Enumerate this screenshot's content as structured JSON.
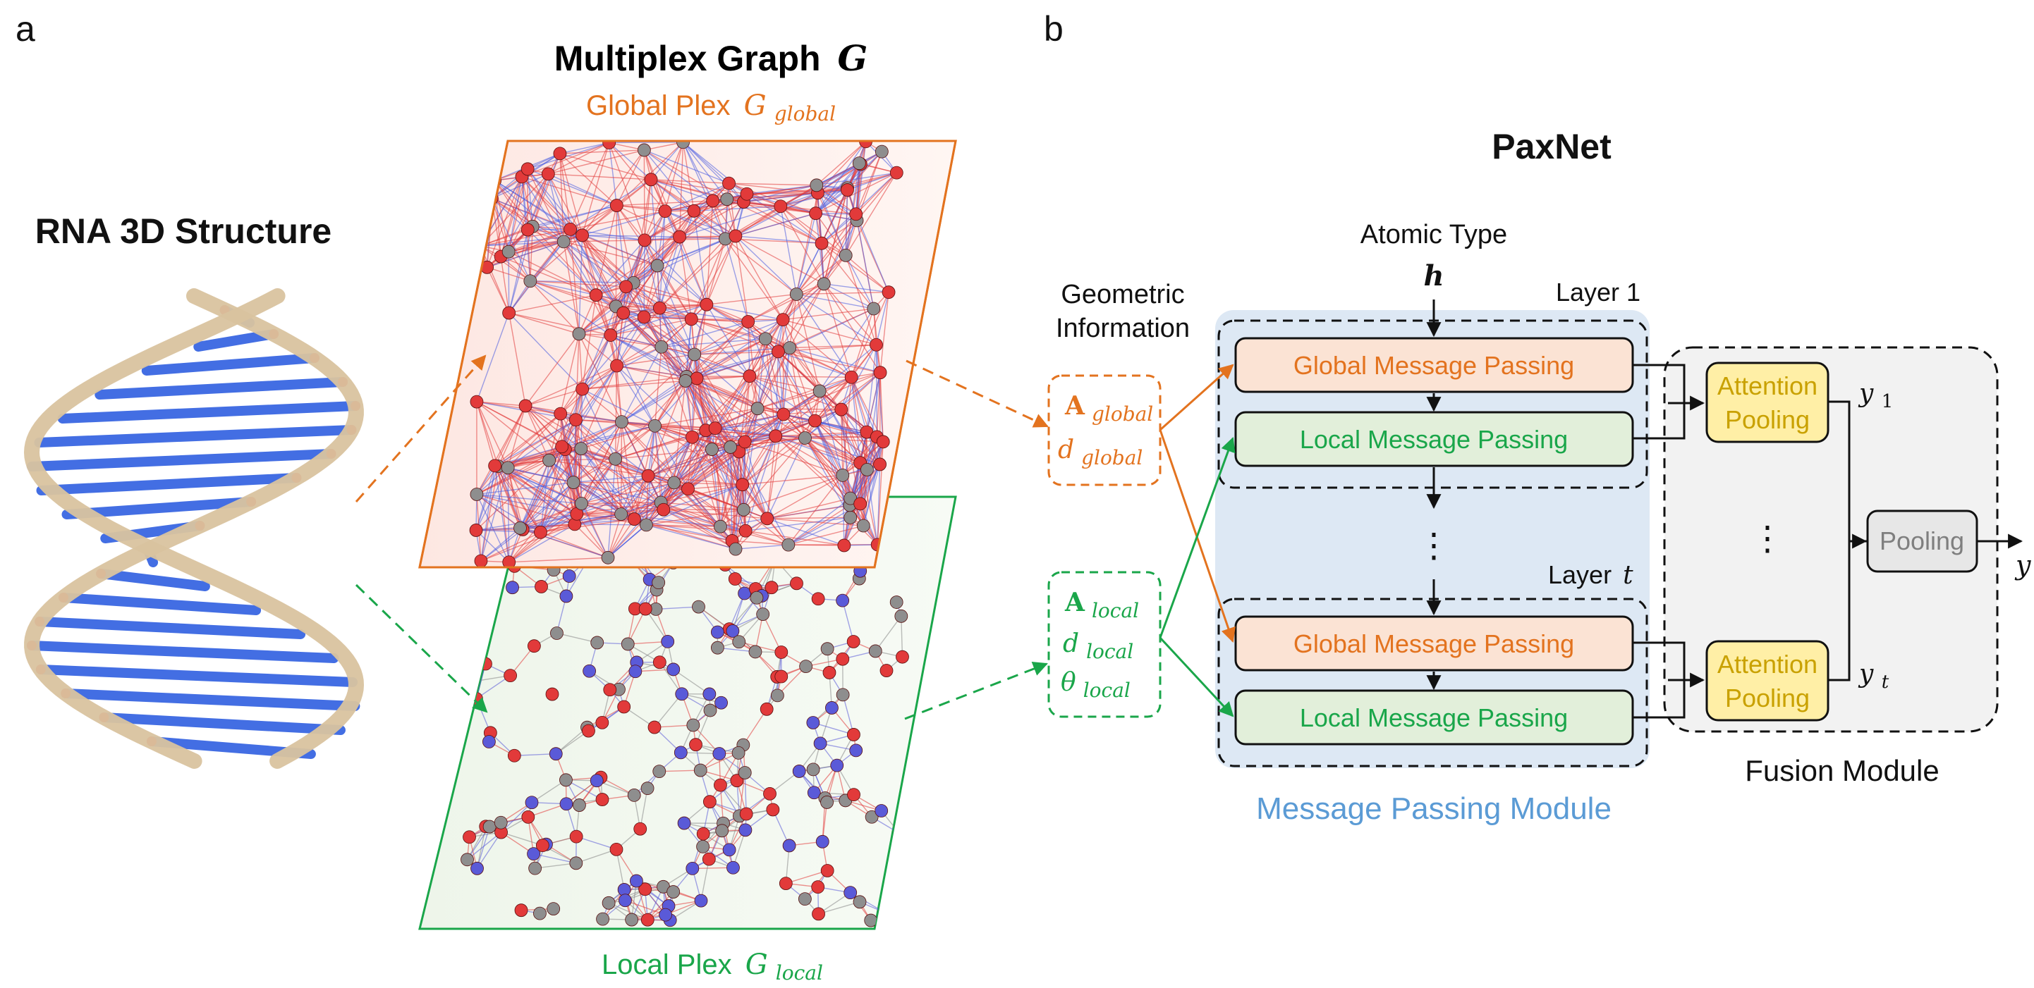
{
  "panels": {
    "a_label": "a",
    "b_label": "b"
  },
  "rna": {
    "title": "RNA 3D Structure"
  },
  "multiplex": {
    "title": "Multiplex Graph",
    "title_symbol": "G",
    "global_plex_label": "Global Plex",
    "global_plex_symbol": "G",
    "global_plex_sub": "global",
    "local_plex_label": "Local Plex",
    "local_plex_symbol": "G",
    "local_plex_sub": "local"
  },
  "paxnet": {
    "title": "PaxNet",
    "atomic_type": "Atomic Type",
    "h_symbol": "h",
    "geometric_line1": "Geometric",
    "geometric_line2": "Information",
    "global_info": {
      "A": "A",
      "A_sub": "global",
      "d": "d",
      "d_sub": "global"
    },
    "local_info": {
      "A": "A",
      "A_sub": "local",
      "d": "d",
      "d_sub": "local",
      "theta": "θ",
      "theta_sub": "local"
    },
    "layer1_label": "Layer 1",
    "layert_label": "Layer",
    "layert_sym": "t",
    "global_mp": "Global Message Passing",
    "local_mp": "Local Message Passing",
    "attention_line1": "Attention",
    "attention_line2": "Pooling",
    "pooling": "Pooling",
    "y1": "y",
    "y1_sub": "1",
    "yt": "y",
    "yt_sub": "t",
    "y": "y",
    "vdots": "⋮",
    "mp_module": "Message Passing Module",
    "fusion_module": "Fusion Module"
  },
  "colors": {
    "orange": "#e3731f",
    "green": "#1aa64a",
    "blue_label": "#5b9bd5",
    "gold_text": "#c9a100",
    "global_fill": "#fbe3d4",
    "local_fill": "#e2efda",
    "attention_fill": "#ffefa6",
    "module_bg": "#dde8f4",
    "fusion_bg": "#f2f2f2",
    "pooling_fill": "#e7e7e7",
    "pooling_text": "#7f7f7f",
    "atom_red": "#e23a3a",
    "atom_grey": "#8e8e8e",
    "atom_blue": "#5a5ad8",
    "ribbon": "#d9c39f",
    "base_blue": "#2f5fe0"
  }
}
